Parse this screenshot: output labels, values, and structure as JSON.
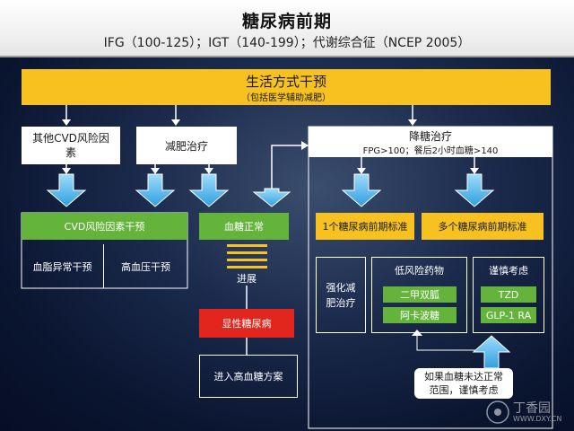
{
  "header": {
    "title": "糖尿病前期",
    "subtitle": "IFG（100-125）；IGT（140-199）；代谢综合征（NCEP 2005）"
  },
  "lifestyle": {
    "title": "生活方式干预",
    "subtitle": "（包括医学辅助减肥）"
  },
  "other_cvd": "其他CVD风险因素",
  "weight_loss": "减肥治疗",
  "glucose_lowering": {
    "title": "降糖治疗",
    "criteria": "FPG>100；餐后2小时血糖>140"
  },
  "cvd_intervention": {
    "title": "CVD风险因素干预",
    "lipid": "血脂异常干预",
    "bp": "高血压干预"
  },
  "normal_glucose": "血糖正常",
  "progression": "进展",
  "overt_diabetes": "显性糖尿病",
  "hyperglycemia_plan": "进入高血糖方案",
  "one_criterion": "1个糖尿病前期标准",
  "multi_criteria": "多个糖尿病前期标准",
  "intensive": "强化减肥治疗",
  "low_risk": {
    "title": "低风险药物",
    "drugs": [
      "二甲双胍",
      "阿卡波糖"
    ]
  },
  "caution": {
    "title": "谨慎考虑",
    "drugs": [
      "TZD",
      "GLP-1 RA"
    ]
  },
  "note": "如果血糖未达正常范围，谨慎考虑",
  "watermark": {
    "brand": "丁香园",
    "url": "WWW.DXY.CN"
  },
  "colors": {
    "yellow": "#f7c21f",
    "green": "#64b33a",
    "red": "#e2261d",
    "arrow_blue": "#4fb7ee",
    "background": "#0b1735"
  }
}
